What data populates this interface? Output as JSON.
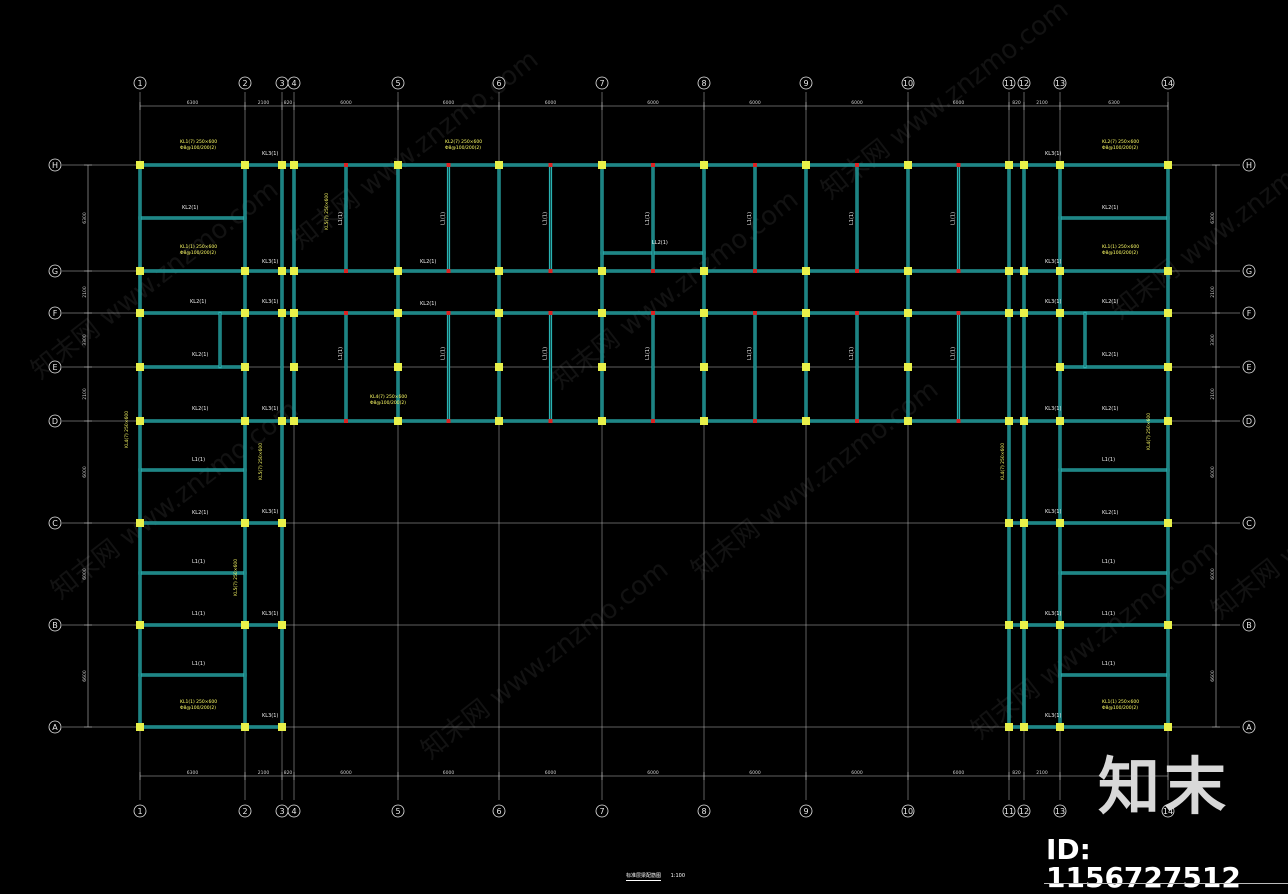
{
  "drawing": {
    "col_axes": [
      "1",
      "2",
      "3",
      "4",
      "5",
      "6",
      "7",
      "8",
      "9",
      "10",
      "11",
      "12",
      "13",
      "14"
    ],
    "row_axes": [
      "H",
      "G",
      "F",
      "E",
      "D",
      "C",
      "B",
      "A"
    ],
    "top_dims": [
      "6300",
      "2100",
      "820",
      "6000",
      "6000",
      "6000",
      "6000",
      "6000",
      "6000",
      "6000",
      "820",
      "2100",
      "6300"
    ],
    "bottom_dims": [
      "6300",
      "2100",
      "820",
      "6000",
      "6000",
      "6000",
      "6000",
      "6000",
      "6000",
      "6000",
      "820",
      "2100"
    ],
    "left_dims": [
      "6300",
      "2100",
      "3300",
      "2100",
      "6000",
      "6000",
      "6600"
    ],
    "right_dims": [
      "6300",
      "2100",
      "3300",
      "2100",
      "6000",
      "6000",
      "6600"
    ],
    "beam_labels": [
      "KL1(1) 250×600",
      "KL2(1)",
      "KL3(1)",
      "L1(1)",
      "LL2(1)",
      "LL1(1)",
      "KL4(7) 250×600",
      "KL1(7) 250×600",
      "KL2(7) 250×600",
      "KL5(7) 250×600"
    ],
    "beam_note": "Φ8@100/200(2)"
  },
  "watermark": {
    "text": "知末网 www.znzmo.com"
  },
  "logo": {
    "text": "知末"
  },
  "id_label": "ID: 1156727512",
  "title_block": {
    "title": "标准层梁配筋图",
    "scale": "1:100"
  },
  "colors": {
    "background": "#000000",
    "beam": "#2ab3b3",
    "column": "#e8f14a",
    "grid": "#bdbdbd",
    "annotation": "#ffff66"
  }
}
